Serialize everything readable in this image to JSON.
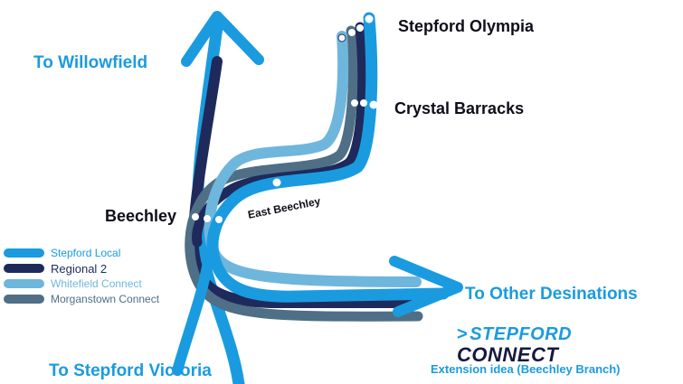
{
  "colors": {
    "stepford_local": "#1a9be0",
    "regional_2": "#1f2a5c",
    "whitefield_connect": "#6fb6dc",
    "morganstown_connect": "#4f6f86"
  },
  "destinations": {
    "willowfield": "To Willowfield",
    "other": "To Other Desinations",
    "victoria": "To Stepford Victoria"
  },
  "stations": {
    "olympia": "Stepford Olympia",
    "crystal_barracks": "Crystal Barracks",
    "east_beechley": "East Beechley",
    "beechley": "Beechley"
  },
  "legend": [
    {
      "label": "Stepford Local",
      "color": "#1a9be0"
    },
    {
      "label": "Regional 2",
      "color": "#1f2a5c"
    },
    {
      "label": "Whitefield Connect",
      "color": "#6fb6dc"
    },
    {
      "label": "Morganstown Connect",
      "color": "#4f6f86"
    }
  ],
  "brand": {
    "line1": "STEPFORD",
    "chevron": ">",
    "line2": "CONNECT",
    "caption": "Extension idea (Beechley Branch)"
  }
}
